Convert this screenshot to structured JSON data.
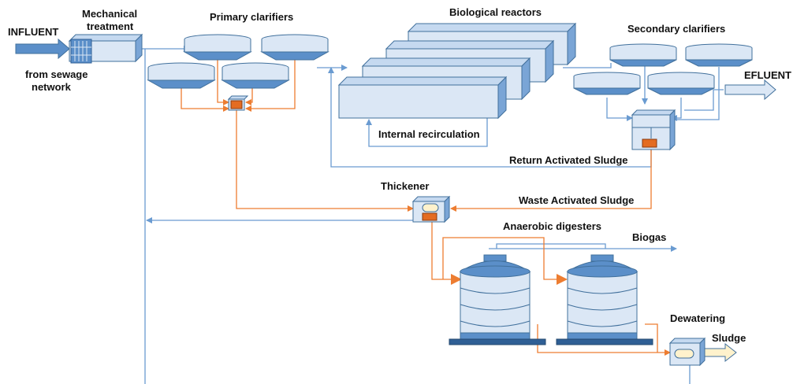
{
  "labels": {
    "influent": "INFLUENT",
    "from_sewage_1": "from sewage",
    "from_sewage_2": "network",
    "mechanical_1": "Mechanical",
    "mechanical_2": "treatment",
    "primary_clarifiers": "Primary clarifiers",
    "biological_reactors": "Biological reactors",
    "secondary_clarifiers": "Secondary clarifiers",
    "effluent": "EFLUENT",
    "internal_recirculation": "Internal recirculation",
    "return_activated_sludge": "Return Activated Sludge",
    "thickener": "Thickener",
    "waste_activated_sludge": "Waste Activated Sludge",
    "anaerobic_digesters": "Anaerobic digesters",
    "biogas": "Biogas",
    "dewatering": "Dewatering",
    "sludge": "Sludge"
  },
  "colors": {
    "water_line": "#6a9bd1",
    "sludge_line": "#ed7d31",
    "tank_fill": "#dbe7f5",
    "tank_dark": "#5b8fc9",
    "outline": "#41709c",
    "pump": "#e46c22"
  }
}
